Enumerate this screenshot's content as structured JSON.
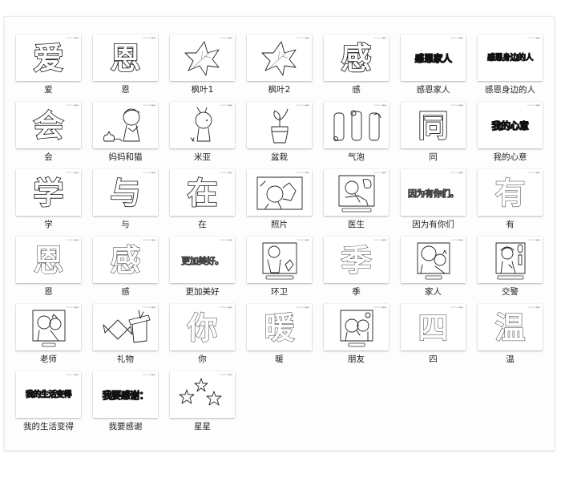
{
  "watermark": {
    "brand": "momo",
    "suffix": "app"
  },
  "colors": {
    "panel_bg": "#fdfdfd",
    "card_bg": "#ffffff",
    "label": "#222222",
    "watermark": "#6fc8ea"
  },
  "items": [
    {
      "label": "爱",
      "art": "爱",
      "kind": "char"
    },
    {
      "label": "恩",
      "art": "恩",
      "kind": "char"
    },
    {
      "label": "枫叶1",
      "art": "maple-leaf",
      "kind": "drawing"
    },
    {
      "label": "枫叶2",
      "art": "maple-leaf",
      "kind": "drawing"
    },
    {
      "label": "感",
      "art": "感",
      "kind": "char"
    },
    {
      "label": "感恩家人",
      "art": "感恩家人",
      "kind": "phrase"
    },
    {
      "label": "感恩身边的人",
      "art": "感恩身边的人",
      "kind": "phrase"
    },
    {
      "label": "会",
      "art": "会",
      "kind": "char"
    },
    {
      "label": "妈妈和猫",
      "art": "mother-and-cat",
      "kind": "drawing"
    },
    {
      "label": "米亚",
      "art": "mia-girl",
      "kind": "drawing"
    },
    {
      "label": "盆栽",
      "art": "potted-plant",
      "kind": "drawing"
    },
    {
      "label": "气泡",
      "art": "speech-bubbles",
      "kind": "drawing"
    },
    {
      "label": "同",
      "art": "同",
      "kind": "char"
    },
    {
      "label": "我的心意",
      "art": "我的心意",
      "kind": "phrase"
    },
    {
      "label": "学",
      "art": "学",
      "kind": "char"
    },
    {
      "label": "与",
      "art": "与",
      "kind": "char"
    },
    {
      "label": "在",
      "art": "在",
      "kind": "char"
    },
    {
      "label": "照片",
      "art": "photo-frame",
      "kind": "drawing"
    },
    {
      "label": "医生",
      "art": "doctor-scene",
      "kind": "drawing"
    },
    {
      "label": "因为有你们",
      "art": "因为有你们。",
      "kind": "phrase"
    },
    {
      "label": "有",
      "art": "有",
      "kind": "char"
    },
    {
      "label": "恩",
      "art": "恩",
      "kind": "char"
    },
    {
      "label": "感",
      "art": "感",
      "kind": "char"
    },
    {
      "label": "更加美好",
      "art": "更加美好。",
      "kind": "phrase"
    },
    {
      "label": "环卫",
      "art": "sanitation-worker",
      "kind": "drawing"
    },
    {
      "label": "季",
      "art": "季",
      "kind": "char"
    },
    {
      "label": "家人",
      "art": "family-scene",
      "kind": "drawing"
    },
    {
      "label": "交警",
      "art": "traffic-police",
      "kind": "drawing"
    },
    {
      "label": "老师",
      "art": "teacher-scene",
      "kind": "drawing"
    },
    {
      "label": "礼物",
      "art": "gift-and-candy",
      "kind": "drawing"
    },
    {
      "label": "你",
      "art": "你",
      "kind": "char"
    },
    {
      "label": "暖",
      "art": "暖",
      "kind": "char"
    },
    {
      "label": "朋友",
      "art": "friends-scene",
      "kind": "drawing"
    },
    {
      "label": "四",
      "art": "四",
      "kind": "char"
    },
    {
      "label": "温",
      "art": "温",
      "kind": "char"
    },
    {
      "label": "我的生活变得",
      "art": "我的生活变得",
      "kind": "phrase"
    },
    {
      "label": "我要感谢",
      "art": "我要感谢：",
      "kind": "phrase"
    },
    {
      "label": "星星",
      "art": "stars",
      "kind": "drawing"
    }
  ]
}
